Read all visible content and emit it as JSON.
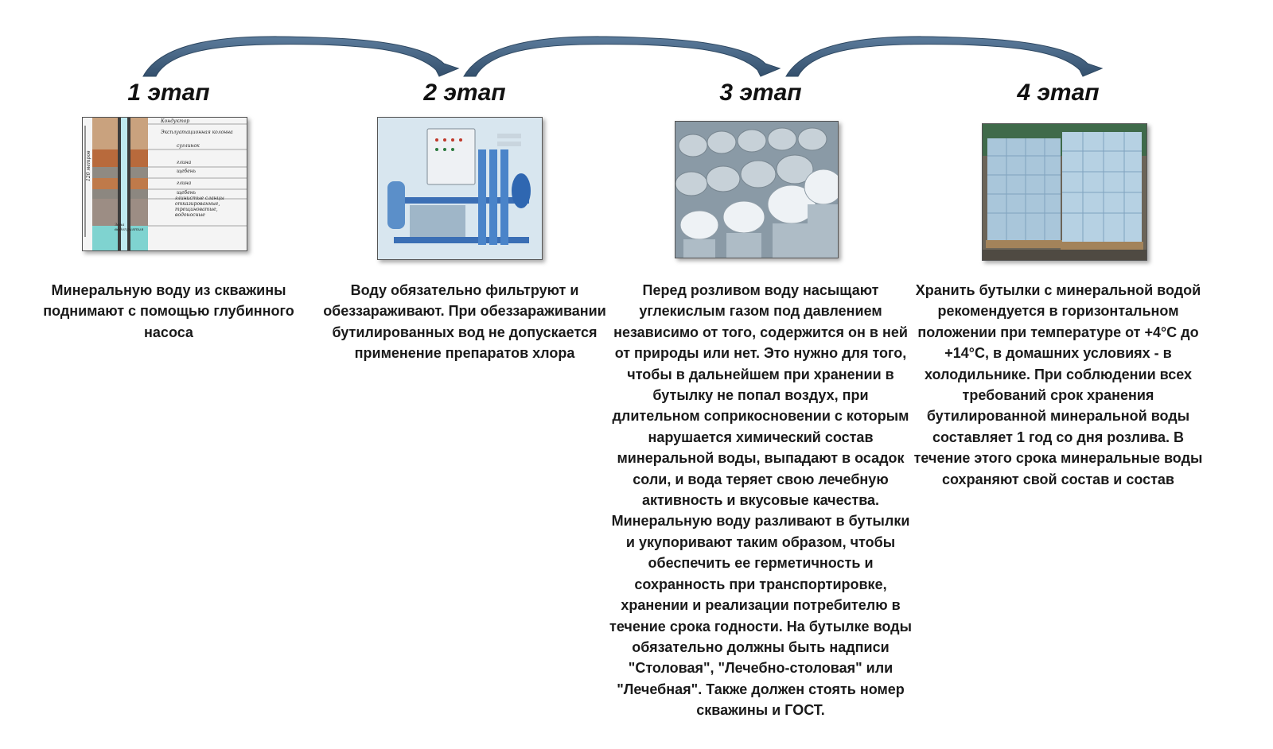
{
  "stages": [
    {
      "title": "1 этап",
      "image": "well-cross-section-illustration",
      "text": "Минеральную воду из скважины поднимают с помощью глубинного насоса"
    },
    {
      "title": "2 этап",
      "image": "filtration-equipment-photo",
      "text": "Воду обязательно фильтруют и обеззараживают. При обеззараживании бутилированных вод не допускается применение препаратов хлора"
    },
    {
      "title": "3 этап",
      "image": "bottling-line-photo",
      "text": "Перед розливом воду насыщают углекислым газом под давлением независимо от того, содержится он в ней от природы или нет. Это нужно для того, чтобы в дальнейшем при хранении в бутылку не попал воздух, при длительном соприкосновении с которым нарушается химический состав минеральной воды, выпадают в осадок соли, и вода теряет свою лечебную активность и вкусовые качества. Минеральную воду разливают в бутылки и укупоривают таким образом, чтобы обеспечить ее герметичность и сохранность при транспортировке, хранении и реализации потребителю в течение срока годности. На бутылке воды обязательно должны быть надписи \"Столовая\", \"Лечебно-столовая\" или \"Лечебная\". Также должен стоять номер скважины и ГОСТ."
    },
    {
      "title": "4 этап",
      "image": "bottle-pallets-photo",
      "text": "Хранить бутылки с минеральной водой рекомендуется в горизонтальном положении при температуре от +4°С до +14°С, в домашних условиях - в холодильнике. При соблюдении всех требований срок хранения бутилированной минеральной воды составляет 1 год со дня розлива. В течение этого срока минеральные воды сохраняют свой состав и состав"
    }
  ],
  "well_labels": [
    "Кондуктор",
    "Эксплуатационная колонна",
    "суглинок",
    "глина",
    "щебень",
    "глина",
    "щебень",
    "глинистые сланцы отказированные, трещиноватые, водоносные",
    "Зона водоприятия",
    "120 метров"
  ],
  "colors": {
    "arrow": "#3d5a78",
    "arrow_light": "#6f8fb0"
  }
}
